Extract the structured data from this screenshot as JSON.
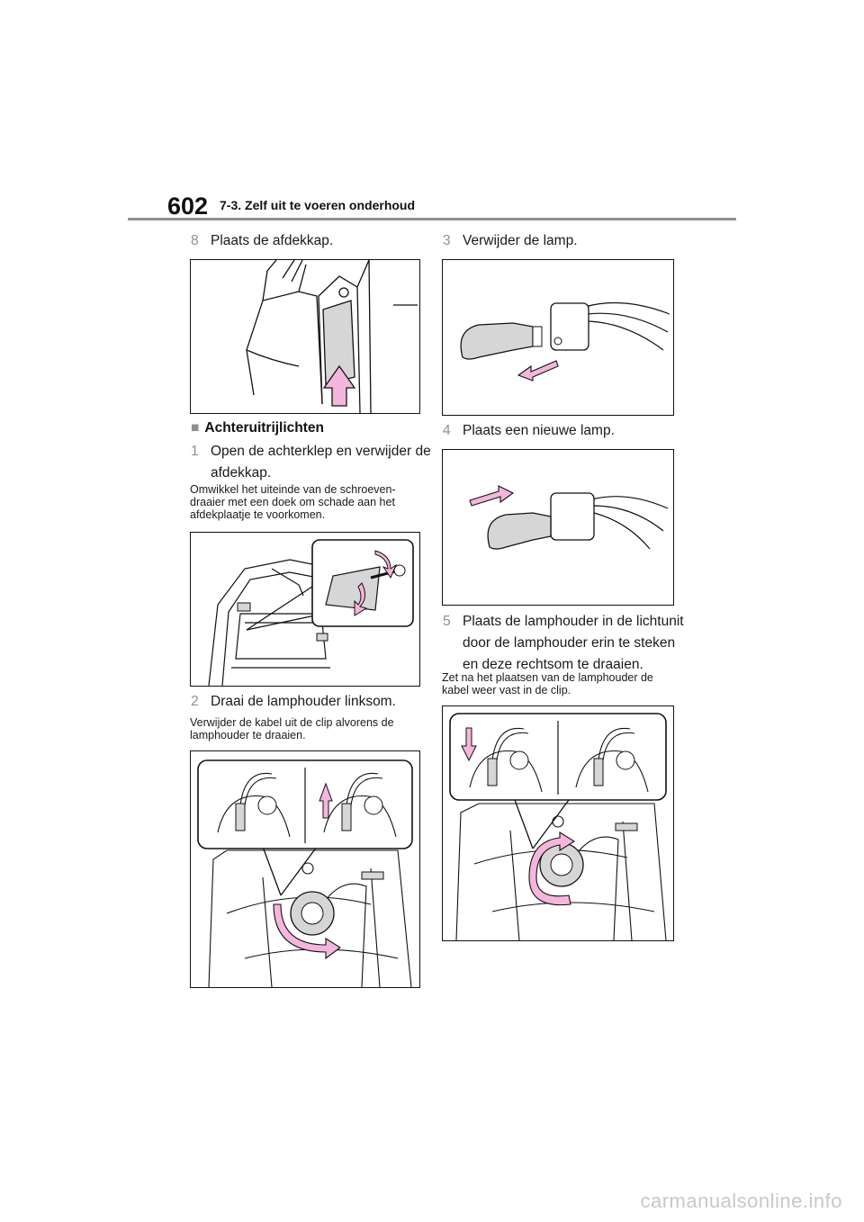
{
  "header": {
    "page_number": "602",
    "section": "7-3. Zelf uit te voeren onderhoud"
  },
  "left": {
    "step8": {
      "num": "8",
      "text": "Plaats de afdekkap."
    },
    "subheading": "Achteruitrijlichten",
    "step1": {
      "num": "1",
      "line1": "Open de achterklep en verwijder de",
      "line2": "afdekkap."
    },
    "note1": {
      "line1": "Omwikkel het uiteinde van de schroeven-",
      "line2": "draaier met een doek om schade aan het",
      "line3": "afdekplaatje te voorkomen."
    },
    "step2": {
      "num": "2",
      "text": "Draai de lamphouder linksom."
    },
    "note2": {
      "line1": "Verwijder de kabel uit de clip alvorens de",
      "line2": "lamphouder te draaien."
    }
  },
  "right": {
    "step3": {
      "num": "3",
      "text": "Verwijder de lamp."
    },
    "step4": {
      "num": "4",
      "text": "Plaats een nieuwe lamp."
    },
    "step5": {
      "num": "5",
      "line1": "Plaats de lamphouder in de lichtunit",
      "line2": "door de lamphouder erin te steken",
      "line3": "en deze rechtsom te draaien."
    },
    "note5": {
      "line1": "Zet na het plaatsen van de lamphouder de",
      "line2": "kabel weer vast in de clip."
    }
  },
  "watermark": "carmanualsonline.info",
  "colors": {
    "arrow_fill": "#f4b6dc",
    "accent_gray": "#8f8f8f",
    "line": "#111111"
  }
}
